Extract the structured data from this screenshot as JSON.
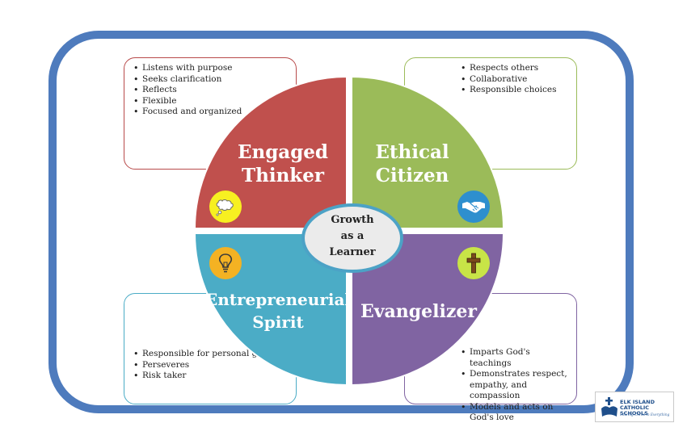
{
  "center": [
    "Growth",
    "as a",
    "Learner"
  ],
  "quadrants": {
    "tl": {
      "title": [
        "Engaged",
        "Thinker"
      ],
      "color": "#c0504d",
      "icon": "thought-bubble-icon",
      "items": [
        "Listens with purpose",
        "Seeks clarification",
        "Reflects",
        "Flexible",
        "Focused and organized"
      ]
    },
    "tr": {
      "title": [
        "Ethical",
        "Citizen"
      ],
      "color": "#9bbb59",
      "icon": "handshake-icon",
      "items": [
        "Respects others",
        "Collaborative",
        "Responsible choices"
      ]
    },
    "bl": {
      "title": [
        "Entrepreneurial",
        "Spirit"
      ],
      "color": "#4bacc6",
      "icon": "lightbulb-icon",
      "items": [
        "Responsible for personal goals",
        "Perseveres",
        "Risk taker"
      ]
    },
    "br": {
      "title": [
        "Evangelizer"
      ],
      "color": "#8064a2",
      "icon": "cross-icon",
      "items": [
        "Imparts God's teachings",
        "Demonstrates respect, empathy, and compassion",
        "Models and acts on God's love"
      ]
    }
  },
  "logo": {
    "line1": "ELK ISLAND",
    "line2": "CATHOLIC SCHOOLS",
    "tagline": "Sharing Christ in Everything"
  }
}
